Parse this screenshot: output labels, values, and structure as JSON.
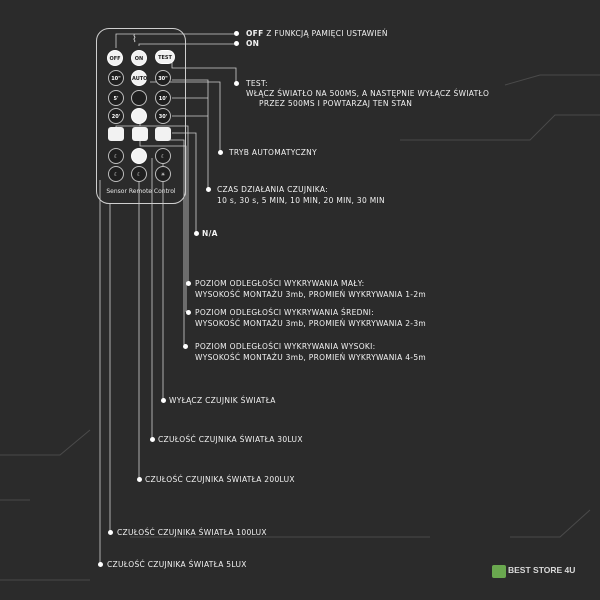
{
  "remote": {
    "label": "Sensor Remote Control",
    "buttons": {
      "off": "OFF",
      "on": "ON",
      "test": "TEST",
      "t10s": "10\"",
      "auto": "AUTO",
      "t30s": "30\"",
      "t5m": "5'",
      "t10m": "10'",
      "t20m": "20'",
      "t30m": "30'",
      "na": "",
      "light_off": "",
      "lux30": "",
      "lux200": "",
      "lux100": "",
      "lux5": ""
    }
  },
  "annotations": {
    "off": {
      "bold": "OFF",
      "rest": " Z FUNKCJĄ PAMIĘCI USTAWIEŃ"
    },
    "on": {
      "bold": "ON",
      "rest": ""
    },
    "test_line1": "TEST:",
    "test_line2": "WŁĄCZ ŚWIATŁO NA 500MS, A NASTĘPNIE WYŁĄCZ ŚWIATŁO",
    "test_line3": "PRZEZ 500MS I POWTARZAJ TEN STAN",
    "auto": "TRYB AUTOMATYCZNY",
    "time_line1": "CZAS DZIAŁANIA CZUJNIKA:",
    "time_line2": "10 s, 30 s, 5 MIN, 10 MIN, 20 MIN, 30 MIN",
    "na": "N/A",
    "range_low_line1": "POZIOM ODLEGŁOŚCI WYKRYWANIA MAŁY:",
    "range_low_line2": "WYSOKOŚĆ MONTAŻU 3mb, PROMIEŃ WYKRYWANIA 1-2m",
    "range_mid_line1": "POZIOM ODLEGŁOŚCI WYKRYWANIA ŚREDNI:",
    "range_mid_line2": "WYSOKOŚĆ MONTAŻU 3mb, PROMIEŃ WYKRYWANIA 2-3m",
    "range_high_line1": "POZIOM ODLEGŁOŚCI WYKRYWANIA WYSOKI:",
    "range_high_line2": "WYSOKOŚĆ MONTAŻU 3mb, PROMIEŃ WYKRYWANIA 4-5m",
    "light_off": "WYŁĄCZ CZUJNIK ŚWIATŁA",
    "lux30": "CZUŁOŚĆ CZUJNIKA ŚWIATŁA 30LUX",
    "lux200": "CZUŁOŚĆ CZUJNIKA ŚWIATŁA 200LUX",
    "lux100": "CZUŁOŚĆ CZUJNIKA ŚWIATŁA 100LUX",
    "lux5": "CZUŁOŚĆ CZUJNIKA ŚWIATŁA 5LUX"
  },
  "logo": {
    "text": "BEST STORE 4U",
    "sub": ""
  },
  "colors": {
    "background": "#2b2b2b",
    "line": "#d0d0d0",
    "text": "#f2f2f2",
    "logo_green": "#6aa84f"
  }
}
